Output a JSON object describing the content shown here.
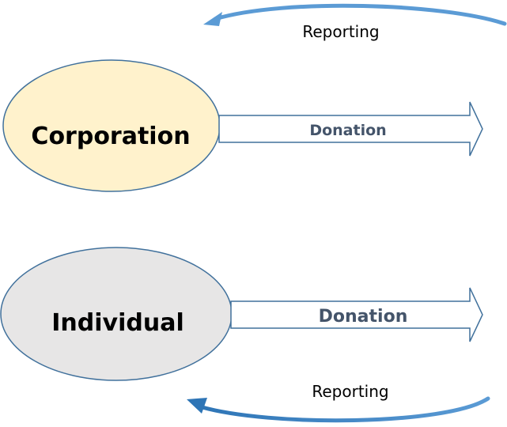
{
  "nodes": {
    "corporation": {
      "label": "Corporation",
      "fill": "#fff2cc",
      "stroke": "#41719c"
    },
    "individual": {
      "label": "Individual",
      "fill": "#e7e6e6",
      "stroke": "#41719c"
    }
  },
  "flows": {
    "corporation_donation": {
      "label": "Donation"
    },
    "individual_donation": {
      "label": "Donation"
    },
    "top_reporting": {
      "label": "Reporting"
    },
    "bottom_reporting": {
      "label": "Reporting"
    }
  },
  "colors": {
    "donation_arrow_stroke": "#41719c",
    "donation_text": "#44546a",
    "reporting_arrow": "#5b9bd5"
  }
}
